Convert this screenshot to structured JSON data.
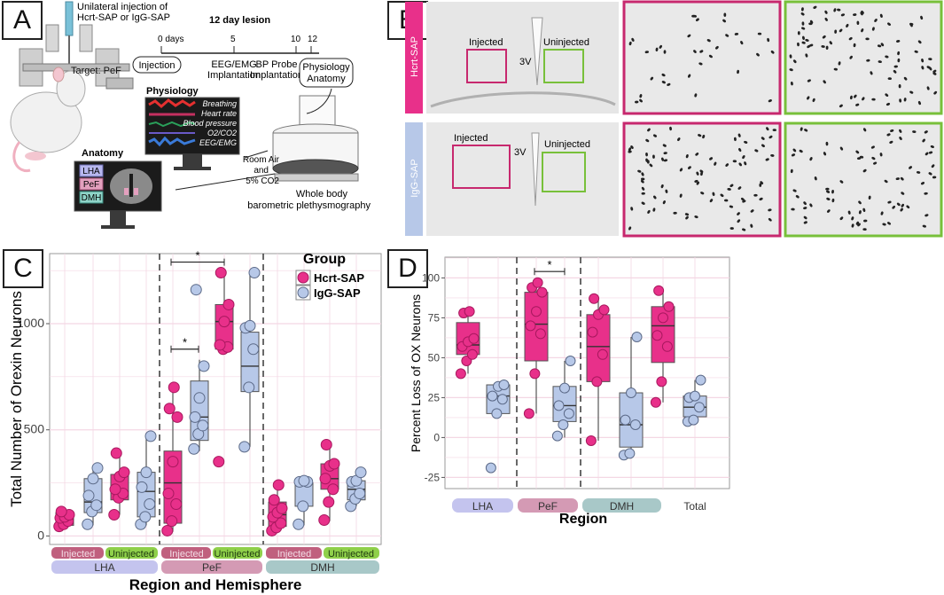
{
  "panels": {
    "a": "A",
    "b": "B",
    "c": "C",
    "d": "D"
  },
  "colors": {
    "hcrt": "#e8308a",
    "igg": "#b7c8e8",
    "lha_strip": "#c4c4ee",
    "pef_strip": "#d49ab4",
    "dmh_strip": "#a8c8c8",
    "injected_strip": "#c0607e",
    "uninjected_strip": "#8fd04a",
    "grid": "#f4d7e4",
    "micrograph": "#e9e9e9"
  },
  "panel_a": {
    "injection_note_line1": "Unilateral injection of",
    "injection_note_line2": "Hcrt-SAP or IgG-SAP",
    "target": "Target: PeF",
    "timeline_title": "12 day lesion",
    "ticks": [
      "0 days",
      "5",
      "10",
      "12"
    ],
    "injection": "Injection",
    "eeg_line1": "EEG/EMG",
    "eeg_line2": "Implantation",
    "bp_line1": "BP Probe",
    "bp_line2": "Implantation",
    "physio_box_line1": "Physiology",
    "physio_box_line2": "Anatomy",
    "physiology_title": "Physiology",
    "signals": [
      "Breathing",
      "Heart rate",
      "Blood pressure",
      "O2/CO2",
      "EEG/EMG"
    ],
    "air_line1": "Room Air",
    "air_line2": "and",
    "air_line3": "5% CO2",
    "anatomy_title": "Anatomy",
    "regions": [
      "LHA",
      "PeF",
      "DMH"
    ],
    "plethysmo_line1": "Whole body",
    "plethysmo_line2": "barometric plethysmography"
  },
  "panel_b": {
    "rows": [
      {
        "group": "Hcrt-SAP",
        "injected": "Injected",
        "uninjected": "Uninjected",
        "ventricle": "3V"
      },
      {
        "group": "IgG-SAP",
        "injected": "Injected",
        "uninjected": "Uninjected",
        "ventricle": "3V"
      }
    ]
  },
  "chart_data": [
    {
      "type": "box",
      "panel": "C",
      "ylabel": "Total Number of Orexin Neurons",
      "xlabel": "Region and Hemisphere",
      "ylim": [
        -40,
        1330
      ],
      "yticks": [
        0,
        500,
        1000
      ],
      "legend": {
        "title": "Group",
        "entries": [
          "Hcrt-SAP",
          "IgG-SAP"
        ],
        "position": "top-right"
      },
      "regions": [
        "LHA",
        "PeF",
        "DMH"
      ],
      "hemispheres": [
        "Injected",
        "Uninjected"
      ],
      "significance": [
        {
          "between": "PeF Injected Hcrt-SAP vs PeF Injected IgG-SAP",
          "label": "*"
        },
        {
          "between": "PeF Injected Hcrt-SAP vs PeF Uninjected Hcrt-SAP",
          "label": "*"
        }
      ],
      "boxes": [
        {
          "region": "LHA",
          "hemisphere": "Injected",
          "group": "Hcrt-SAP",
          "min": 40,
          "q1": 50,
          "median": 80,
          "q3": 110,
          "max": 120,
          "points": [
            45,
            55,
            70,
            85,
            90,
            100,
            115
          ]
        },
        {
          "region": "LHA",
          "hemisphere": "Injected",
          "group": "IgG-SAP",
          "min": 50,
          "q1": 110,
          "median": 160,
          "q3": 270,
          "max": 320,
          "points": [
            55,
            115,
            145,
            190,
            270,
            320
          ]
        },
        {
          "region": "LHA",
          "hemisphere": "Uninjected",
          "group": "Hcrt-SAP",
          "min": 100,
          "q1": 170,
          "median": 210,
          "q3": 290,
          "max": 390,
          "points": [
            100,
            180,
            200,
            220,
            280,
            300,
            390
          ]
        },
        {
          "region": "LHA",
          "hemisphere": "Uninjected",
          "group": "IgG-SAP",
          "min": 50,
          "q1": 90,
          "median": 210,
          "q3": 300,
          "max": 470,
          "points": [
            55,
            90,
            150,
            230,
            300,
            470
          ]
        },
        {
          "region": "PeF",
          "hemisphere": "Injected",
          "group": "Hcrt-SAP",
          "min": 20,
          "q1": 60,
          "median": 250,
          "q3": 400,
          "max": 700,
          "points": [
            25,
            70,
            150,
            200,
            350,
            560,
            600,
            700
          ]
        },
        {
          "region": "PeF",
          "hemisphere": "Injected",
          "group": "IgG-SAP",
          "min": 400,
          "q1": 450,
          "median": 560,
          "q3": 730,
          "max": 830,
          "points": [
            410,
            480,
            520,
            560,
            650,
            800,
            1160
          ]
        },
        {
          "region": "PeF",
          "hemisphere": "Uninjected",
          "group": "Hcrt-SAP",
          "min": 880,
          "q1": 880,
          "median": 1010,
          "q3": 1090,
          "max": 1240,
          "points": [
            350,
            880,
            890,
            900,
            1010,
            1090,
            1240
          ]
        },
        {
          "region": "PeF",
          "hemisphere": "Uninjected",
          "group": "IgG-SAP",
          "min": 420,
          "q1": 680,
          "median": 800,
          "q3": 960,
          "max": 1240,
          "points": [
            420,
            700,
            880,
            980,
            990,
            1240
          ]
        },
        {
          "region": "DMH",
          "hemisphere": "Injected",
          "group": "Hcrt-SAP",
          "min": 20,
          "q1": 45,
          "median": 100,
          "q3": 160,
          "max": 240,
          "points": [
            25,
            40,
            60,
            90,
            110,
            130,
            170,
            240
          ]
        },
        {
          "region": "DMH",
          "hemisphere": "Injected",
          "group": "IgG-SAP",
          "min": 50,
          "q1": 140,
          "median": 250,
          "q3": 250,
          "max": 260,
          "points": [
            55,
            140,
            255,
            255,
            260
          ]
        },
        {
          "region": "DMH",
          "hemisphere": "Uninjected",
          "group": "Hcrt-SAP",
          "min": 70,
          "q1": 220,
          "median": 270,
          "q3": 340,
          "max": 430,
          "points": [
            75,
            160,
            220,
            270,
            330,
            340,
            430
          ]
        },
        {
          "region": "DMH",
          "hemisphere": "Uninjected",
          "group": "IgG-SAP",
          "min": 140,
          "q1": 170,
          "median": 220,
          "q3": 260,
          "max": 300,
          "points": [
            140,
            175,
            200,
            255,
            260,
            300
          ]
        }
      ]
    },
    {
      "type": "box",
      "panel": "D",
      "ylabel": "Percent Loss of OX Neurons",
      "xlabel": "Region",
      "ylim": [
        -32,
        113
      ],
      "yticks": [
        -25,
        0,
        25,
        50,
        75,
        100
      ],
      "categories": [
        "LHA",
        "PeF",
        "DMH",
        "Total"
      ],
      "significance": [
        {
          "between": "PeF Hcrt-SAP vs PeF IgG-SAP",
          "label": "*"
        }
      ],
      "boxes": [
        {
          "region": "LHA",
          "group": "Hcrt-SAP",
          "min": 40,
          "q1": 52,
          "median": 58,
          "q3": 72,
          "max": 80,
          "points": [
            40,
            48,
            52,
            57,
            60,
            62,
            78,
            79
          ]
        },
        {
          "region": "LHA",
          "group": "IgG-SAP",
          "min": 15,
          "q1": 15,
          "median": 26,
          "q3": 33,
          "max": 33,
          "points": [
            -19,
            15,
            24,
            26,
            32,
            33
          ]
        },
        {
          "region": "PeF",
          "group": "Hcrt-SAP",
          "min": 15,
          "q1": 48,
          "median": 71,
          "q3": 91,
          "max": 97,
          "points": [
            15,
            40,
            65,
            70,
            79,
            91,
            94,
            97
          ]
        },
        {
          "region": "PeF",
          "group": "IgG-SAP",
          "min": 0,
          "q1": 10,
          "median": 20,
          "q3": 32,
          "max": 48,
          "points": [
            1,
            8,
            15,
            20,
            31,
            48
          ]
        },
        {
          "region": "DMH",
          "group": "Hcrt-SAP",
          "min": -2,
          "q1": 35,
          "median": 57,
          "q3": 77,
          "max": 87,
          "points": [
            -2,
            35,
            52,
            66,
            77,
            80,
            87
          ]
        },
        {
          "region": "DMH",
          "group": "IgG-SAP",
          "min": -11,
          "q1": -6,
          "median": 8,
          "q3": 28,
          "max": 63,
          "points": [
            -11,
            -10,
            8,
            11,
            28,
            63
          ]
        },
        {
          "region": "Total",
          "group": "Hcrt-SAP",
          "min": 22,
          "q1": 47,
          "median": 70,
          "q3": 82,
          "max": 92,
          "points": [
            22,
            35,
            57,
            64,
            75,
            82,
            92
          ]
        },
        {
          "region": "Total",
          "group": "IgG-SAP",
          "min": 10,
          "q1": 13,
          "median": 19,
          "q3": 26,
          "max": 36,
          "points": [
            10,
            11,
            19,
            25,
            26,
            36
          ]
        }
      ]
    }
  ]
}
